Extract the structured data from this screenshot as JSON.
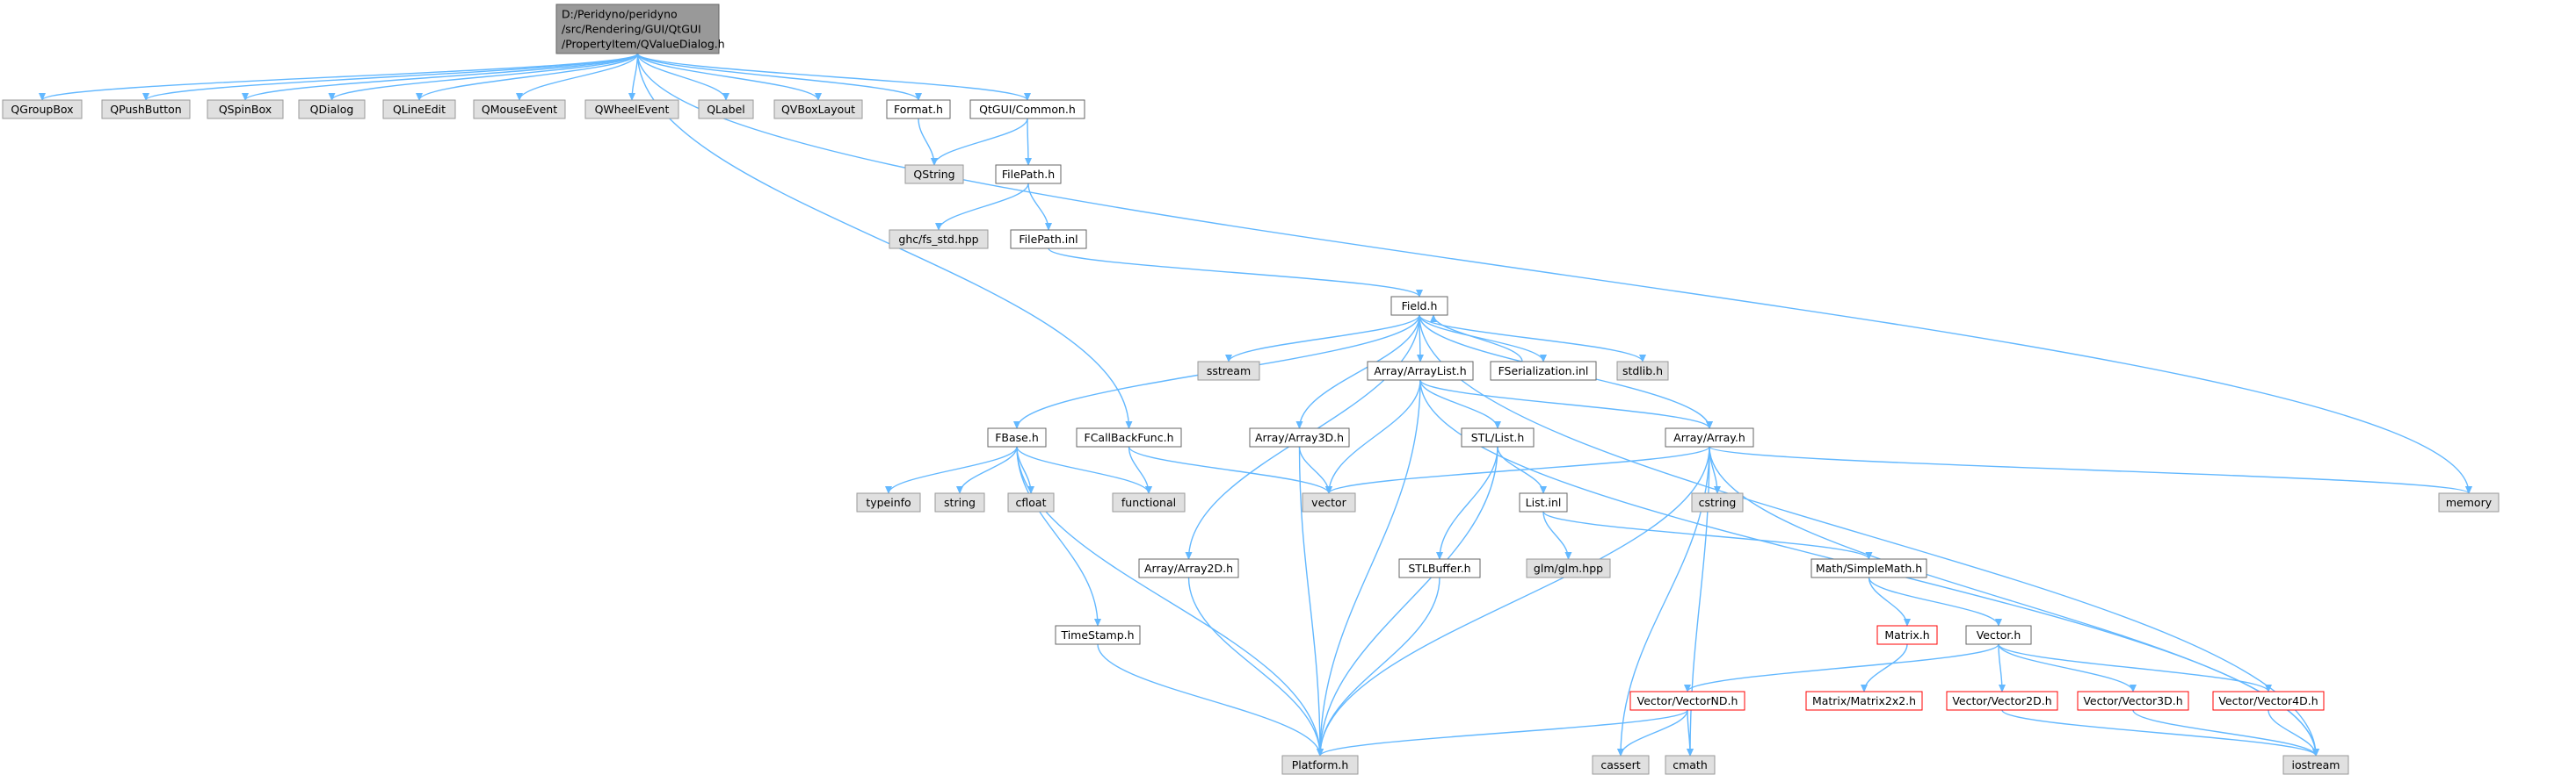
{
  "colors": {
    "edge": "#63b8ff",
    "root_fill": "#999999",
    "system_fill": "#e0e0e0",
    "missing_border": "#ff0000",
    "header_border": "#666666"
  },
  "nodes": [
    {
      "id": "root",
      "lines": [
        "D:/Peridyno/peridyno",
        "/src/Rendering/GUI/QtGUI",
        "/PropertyItem/QValueDialog.h"
      ],
      "kind": "root"
    },
    {
      "id": "QGroupBox",
      "lines": [
        "QGroupBox"
      ],
      "kind": "sys"
    },
    {
      "id": "QPushButton",
      "lines": [
        "QPushButton"
      ],
      "kind": "sys"
    },
    {
      "id": "QSpinBox",
      "lines": [
        "QSpinBox"
      ],
      "kind": "sys"
    },
    {
      "id": "QDialog",
      "lines": [
        "QDialog"
      ],
      "kind": "sys"
    },
    {
      "id": "QLineEdit",
      "lines": [
        "QLineEdit"
      ],
      "kind": "sys"
    },
    {
      "id": "QMouseEvent",
      "lines": [
        "QMouseEvent"
      ],
      "kind": "sys"
    },
    {
      "id": "QWheelEvent",
      "lines": [
        "QWheelEvent"
      ],
      "kind": "sys"
    },
    {
      "id": "QLabel",
      "lines": [
        "QLabel"
      ],
      "kind": "sys"
    },
    {
      "id": "QVBoxLayout",
      "lines": [
        "QVBoxLayout"
      ],
      "kind": "sys"
    },
    {
      "id": "Format",
      "lines": [
        "Format.h"
      ],
      "kind": "hdr"
    },
    {
      "id": "QtCommon",
      "lines": [
        "QtGUI/Common.h"
      ],
      "kind": "hdr"
    },
    {
      "id": "QString",
      "lines": [
        "QString"
      ],
      "kind": "sys"
    },
    {
      "id": "FilePath",
      "lines": [
        "FilePath.h"
      ],
      "kind": "hdr"
    },
    {
      "id": "ghc",
      "lines": [
        "ghc/fs_std.hpp"
      ],
      "kind": "sys"
    },
    {
      "id": "FilePathInl",
      "lines": [
        "FilePath.inl"
      ],
      "kind": "hdr"
    },
    {
      "id": "Field",
      "lines": [
        "Field.h"
      ],
      "kind": "hdr"
    },
    {
      "id": "sstream",
      "lines": [
        "sstream"
      ],
      "kind": "sys"
    },
    {
      "id": "ArrayList",
      "lines": [
        "Array/ArrayList.h"
      ],
      "kind": "hdr"
    },
    {
      "id": "FSerial",
      "lines": [
        "FSerialization.inl"
      ],
      "kind": "hdr"
    },
    {
      "id": "stdlib",
      "lines": [
        "stdlib.h"
      ],
      "kind": "sys"
    },
    {
      "id": "FBase",
      "lines": [
        "FBase.h"
      ],
      "kind": "hdr"
    },
    {
      "id": "FCallBack",
      "lines": [
        "FCallBackFunc.h"
      ],
      "kind": "hdr"
    },
    {
      "id": "Array3D",
      "lines": [
        "Array/Array3D.h"
      ],
      "kind": "hdr"
    },
    {
      "id": "STLList",
      "lines": [
        "STL/List.h"
      ],
      "kind": "hdr"
    },
    {
      "id": "ArrayH",
      "lines": [
        "Array/Array.h"
      ],
      "kind": "hdr"
    },
    {
      "id": "typeinfo",
      "lines": [
        "typeinfo"
      ],
      "kind": "sys"
    },
    {
      "id": "string",
      "lines": [
        "string"
      ],
      "kind": "sys"
    },
    {
      "id": "cfloat",
      "lines": [
        "cfloat"
      ],
      "kind": "sys"
    },
    {
      "id": "functional",
      "lines": [
        "functional"
      ],
      "kind": "sys"
    },
    {
      "id": "vector",
      "lines": [
        "vector"
      ],
      "kind": "sys"
    },
    {
      "id": "ListInl",
      "lines": [
        "List.inl"
      ],
      "kind": "hdr"
    },
    {
      "id": "cstring",
      "lines": [
        "cstring"
      ],
      "kind": "sys"
    },
    {
      "id": "memory",
      "lines": [
        "memory"
      ],
      "kind": "sys"
    },
    {
      "id": "glm",
      "lines": [
        "glm/glm.hpp"
      ],
      "kind": "sys"
    },
    {
      "id": "Array2D",
      "lines": [
        "Array/Array2D.h"
      ],
      "kind": "hdr"
    },
    {
      "id": "STLBuffer",
      "lines": [
        "STLBuffer.h"
      ],
      "kind": "hdr"
    },
    {
      "id": "SimpleMath",
      "lines": [
        "Math/SimpleMath.h"
      ],
      "kind": "hdr"
    },
    {
      "id": "Matrix",
      "lines": [
        "Matrix.h"
      ],
      "kind": "miss"
    },
    {
      "id": "Vector",
      "lines": [
        "Vector.h"
      ],
      "kind": "hdr"
    },
    {
      "id": "TimeStamp",
      "lines": [
        "TimeStamp.h"
      ],
      "kind": "hdr"
    },
    {
      "id": "Matrix2x2",
      "lines": [
        "Matrix/Matrix2x2.h"
      ],
      "kind": "miss"
    },
    {
      "id": "VectorND",
      "lines": [
        "Vector/VectorND.h"
      ],
      "kind": "miss"
    },
    {
      "id": "Vector2D",
      "lines": [
        "Vector/Vector2D.h"
      ],
      "kind": "miss"
    },
    {
      "id": "Vector3D",
      "lines": [
        "Vector/Vector3D.h"
      ],
      "kind": "miss"
    },
    {
      "id": "Vector4D",
      "lines": [
        "Vector/Vector4D.h"
      ],
      "kind": "miss"
    },
    {
      "id": "Platform",
      "lines": [
        "Platform.h"
      ],
      "kind": "sys"
    },
    {
      "id": "cassert",
      "lines": [
        "cassert"
      ],
      "kind": "sys"
    },
    {
      "id": "cmath",
      "lines": [
        "cmath"
      ],
      "kind": "sys"
    },
    {
      "id": "iostream",
      "lines": [
        "iostream"
      ],
      "kind": "sys"
    }
  ],
  "edges": [
    [
      "root",
      "QGroupBox"
    ],
    [
      "root",
      "QPushButton"
    ],
    [
      "root",
      "QSpinBox"
    ],
    [
      "root",
      "QDialog"
    ],
    [
      "root",
      "QLineEdit"
    ],
    [
      "root",
      "QMouseEvent"
    ],
    [
      "root",
      "QWheelEvent"
    ],
    [
      "root",
      "QLabel"
    ],
    [
      "root",
      "QVBoxLayout"
    ],
    [
      "root",
      "Format"
    ],
    [
      "root",
      "QtCommon"
    ],
    [
      "root",
      "FCallBack"
    ],
    [
      "root",
      "memory"
    ],
    [
      "Format",
      "QString"
    ],
    [
      "QtCommon",
      "QString"
    ],
    [
      "QtCommon",
      "FilePath"
    ],
    [
      "FilePath",
      "ghc"
    ],
    [
      "FilePath",
      "FilePathInl"
    ],
    [
      "FilePathInl",
      "Field"
    ],
    [
      "Field",
      "sstream"
    ],
    [
      "Field",
      "ArrayList"
    ],
    [
      "Field",
      "FSerial"
    ],
    [
      "Field",
      "stdlib"
    ],
    [
      "Field",
      "FBase"
    ],
    [
      "Field",
      "Array3D"
    ],
    [
      "Field",
      "ArrayH"
    ],
    [
      "Field",
      "Array2D"
    ],
    [
      "Field",
      "iostream"
    ],
    [
      "FSerial",
      "Field"
    ],
    [
      "ArrayList",
      "STLList"
    ],
    [
      "ArrayList",
      "ArrayH"
    ],
    [
      "ArrayList",
      "vector"
    ],
    [
      "ArrayList",
      "Platform"
    ],
    [
      "ArrayList",
      "iostream"
    ],
    [
      "FBase",
      "typeinfo"
    ],
    [
      "FBase",
      "string"
    ],
    [
      "FBase",
      "cfloat"
    ],
    [
      "FBase",
      "functional"
    ],
    [
      "FBase",
      "TimeStamp"
    ],
    [
      "FBase",
      "Platform"
    ],
    [
      "FCallBack",
      "functional"
    ],
    [
      "FCallBack",
      "vector"
    ],
    [
      "Array3D",
      "vector"
    ],
    [
      "Array3D",
      "Platform"
    ],
    [
      "STLList",
      "ListInl"
    ],
    [
      "STLList",
      "STLBuffer"
    ],
    [
      "STLList",
      "Platform"
    ],
    [
      "ArrayH",
      "vector"
    ],
    [
      "ArrayH",
      "cstring"
    ],
    [
      "ArrayH",
      "memory"
    ],
    [
      "ArrayH",
      "Platform"
    ],
    [
      "ArrayH",
      "cassert"
    ],
    [
      "ArrayH",
      "cmath"
    ],
    [
      "ArrayH",
      "iostream"
    ],
    [
      "ListInl",
      "glm"
    ],
    [
      "ListInl",
      "SimpleMath"
    ],
    [
      "Array2D",
      "Platform"
    ],
    [
      "STLBuffer",
      "Platform"
    ],
    [
      "TimeStamp",
      "Platform"
    ],
    [
      "SimpleMath",
      "Matrix"
    ],
    [
      "SimpleMath",
      "Vector"
    ],
    [
      "Matrix",
      "Matrix2x2"
    ],
    [
      "Vector",
      "VectorND"
    ],
    [
      "Vector",
      "Vector2D"
    ],
    [
      "Vector",
      "Vector3D"
    ],
    [
      "Vector",
      "Vector4D"
    ],
    [
      "VectorND",
      "Platform"
    ],
    [
      "VectorND",
      "cassert"
    ],
    [
      "VectorND",
      "cmath"
    ],
    [
      "Vector2D",
      "iostream"
    ],
    [
      "Vector3D",
      "iostream"
    ],
    [
      "Vector4D",
      "iostream"
    ]
  ]
}
